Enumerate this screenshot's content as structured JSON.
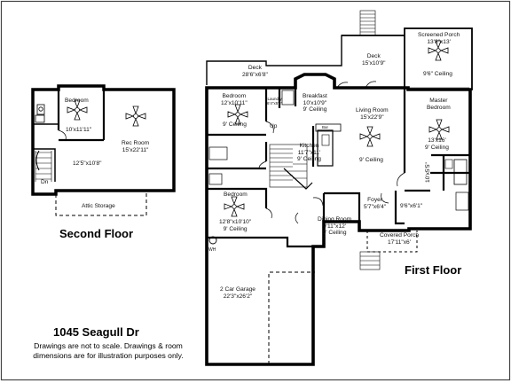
{
  "address": "1045 Seagull Dr",
  "disclaimer": [
    "Drawings are not to scale. Drawings & room",
    "dimensions are for illustration purposes only."
  ],
  "second_floor": {
    "title": "Second Floor",
    "rooms": {
      "bedroom": {
        "name": "Bedroom",
        "dims": "10'x11'11\""
      },
      "rec_room": {
        "name": "Rec Room",
        "dims": "15'x22'11\""
      },
      "landing": {
        "dims": "12'5\"x10'8\""
      },
      "dn": "Dn",
      "attic": "Attic Storage"
    }
  },
  "first_floor": {
    "title": "First Floor",
    "rooms": {
      "deck_left": {
        "name": "Deck",
        "dims": "28'6\"x6'8\""
      },
      "deck_right": {
        "name": "Deck",
        "dims": "15'x10'9\""
      },
      "screened_porch": {
        "name": "Screened Porch",
        "dims": "13'8\"x13'",
        "ceiling": "9'6\" Ceiling"
      },
      "bedroom_top": {
        "name": "Bedroom",
        "dims": "12'x10'11\"",
        "ceiling": "9' Ceiling"
      },
      "laundry": {
        "name": "Laundry",
        "dims": "6'4\"x5'5\""
      },
      "breakfast": {
        "name": "Breakfast",
        "dims": "10'x10'9\"",
        "ceiling": "9' Ceiling"
      },
      "living_room": {
        "name": "Living Room",
        "dims": "15'x22'9\"",
        "ceiling": "9' Ceiling"
      },
      "master": {
        "name": "Master",
        "name2": "Bedroom",
        "dims": "13'x16'",
        "ceiling": "9' Ceiling"
      },
      "kitchen": {
        "name": "Kitchen",
        "dims": "11'7\"x11'",
        "ceiling": "9' Ceiling"
      },
      "up": "Up",
      "bar": "Bar",
      "bath_dims": "10'x5'5\"",
      "closet_dims": "9'6\"x6'1\"",
      "bedroom_low": {
        "name": "Bedroom",
        "dims": "12'8\"x10'10\"",
        "ceiling": "9' Ceiling"
      },
      "foyer": {
        "name": "Foyer",
        "dims": "5'7\"x6'4\""
      },
      "dining": {
        "name": "Dining Room",
        "dims": "9'11\"x12'",
        "ceiling": "9' Ceiling"
      },
      "covered_porch": {
        "name": "Covered Porch",
        "dims": "17'11\"x6'"
      },
      "wh": "WH",
      "garage": {
        "name": "2 Car Garage",
        "dims": "22'3\"x26'2\""
      }
    }
  }
}
